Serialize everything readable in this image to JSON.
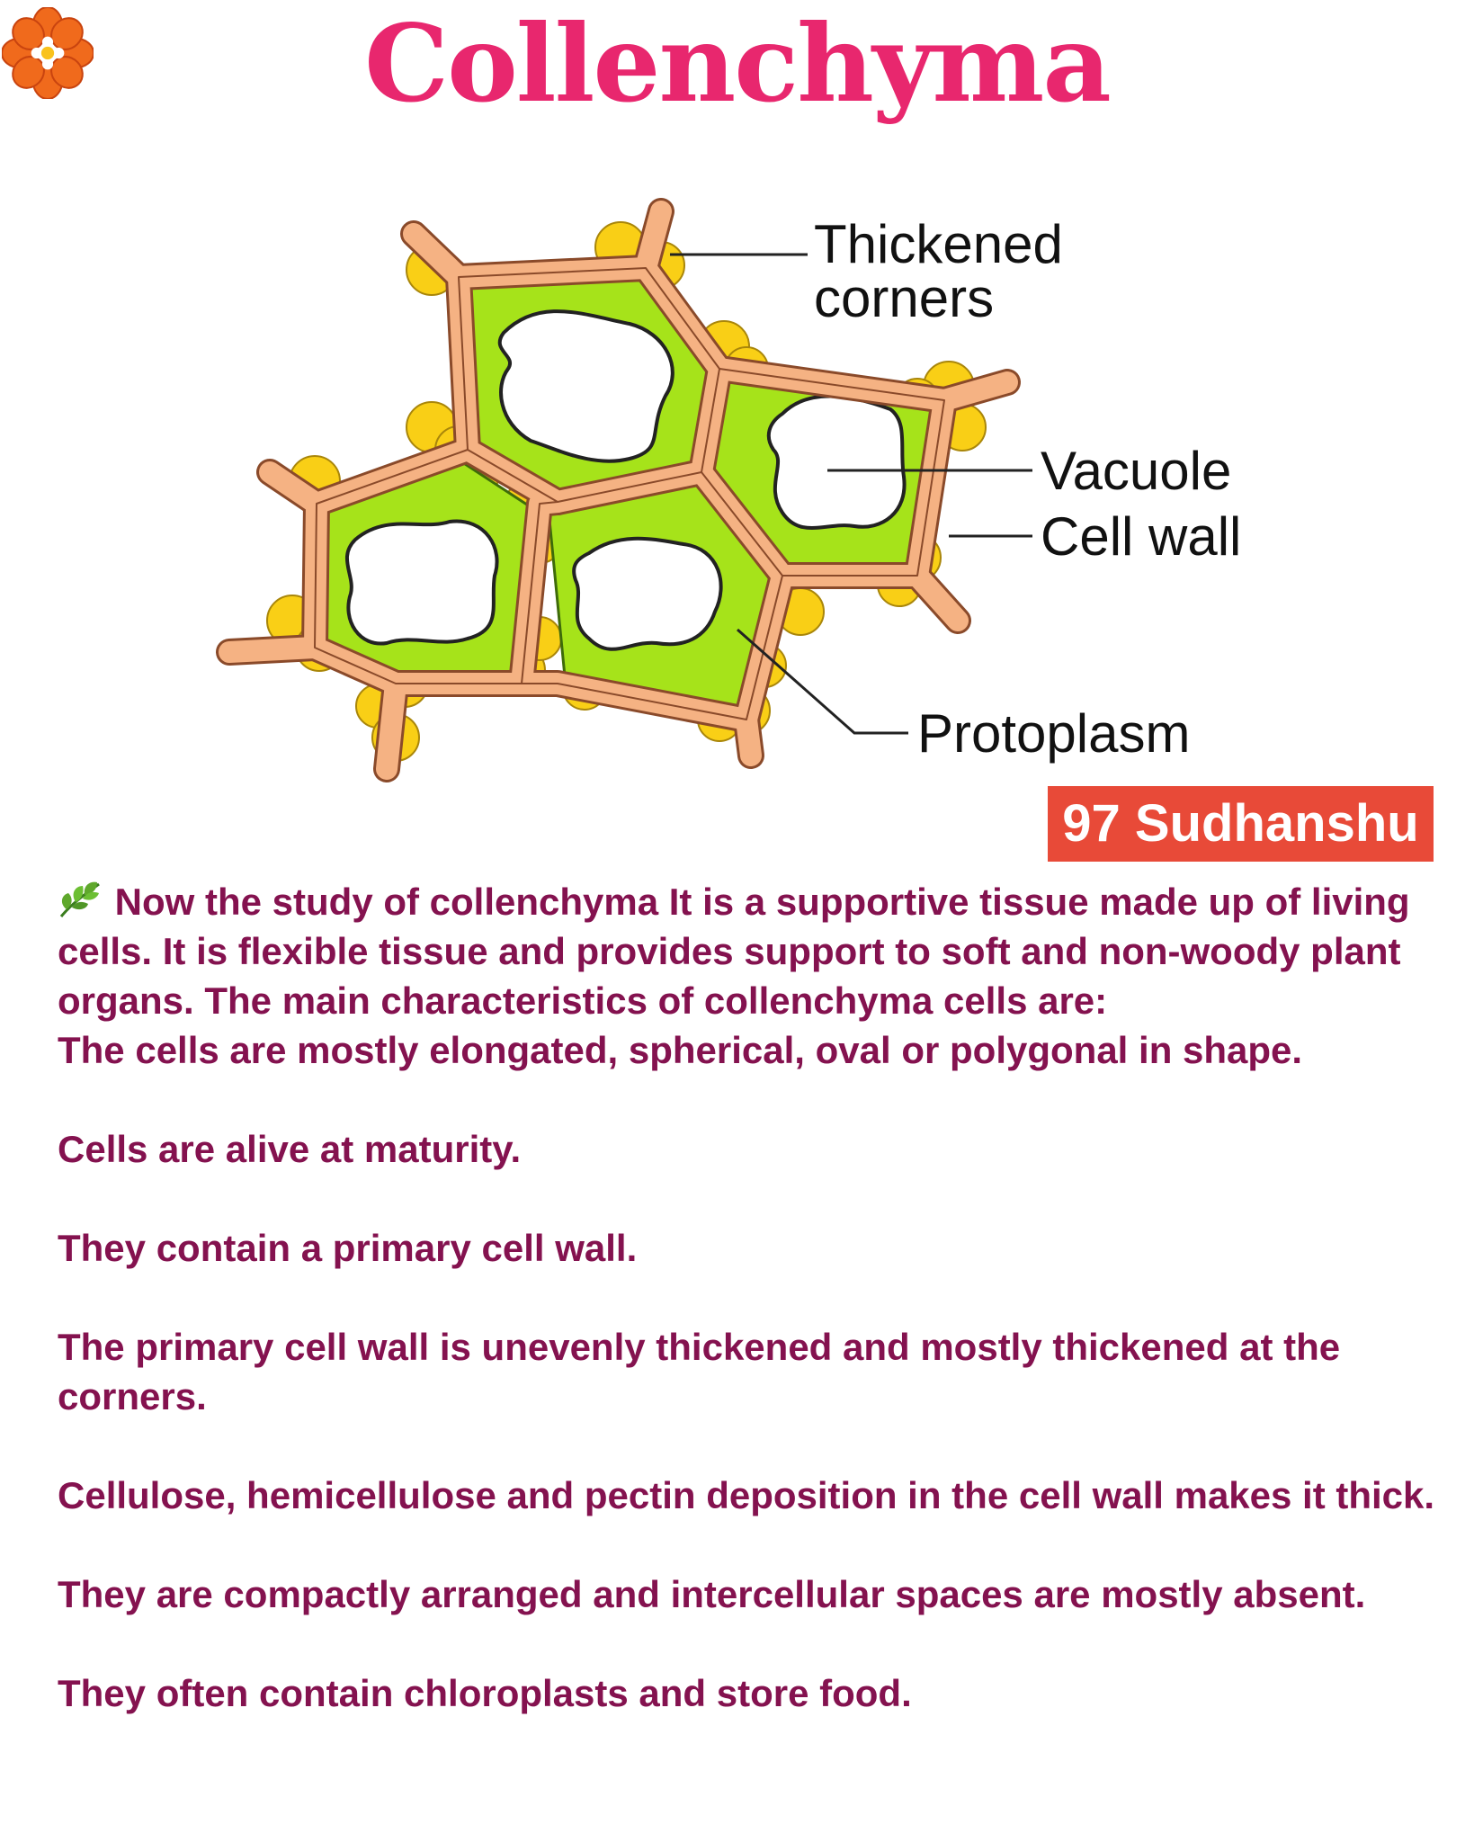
{
  "title": "Collenchyma",
  "diagram": {
    "labels": {
      "thickened_1": "Thickened",
      "thickened_2": "corners",
      "vacuole": "Vacuole",
      "cell_wall": "Cell wall",
      "protoplasm": "Protoplasm"
    },
    "colors": {
      "wall": "#f5b283",
      "wall_outline": "#8a4a2a",
      "protoplasm": "#a6e31a",
      "thickening": "#f9cf16",
      "vacuole": "#ffffff"
    }
  },
  "badge": "97 Sudhanshu",
  "intro": {
    "icon": "leaf-icon",
    "text": "Now the study of collenchyma It is a supportive tissue made up of living cells. It is flexible tissue and provides support to soft and non-woody plant organs. The main characteristics of collenchyma cells are:"
  },
  "points": [
    "The cells are mostly elongated, spherical, oval or polygonal in shape.",
    "Cells are alive at maturity.",
    "They contain a primary cell wall.",
    "The primary cell wall is unevenly thickened and mostly thickened at the corners.",
    "Cellulose, hemicellulose and pectin deposition in the cell wall makes it thick.",
    "They are compactly arranged and intercellular spaces are mostly absent.",
    "They often contain chloroplasts and store food."
  ]
}
